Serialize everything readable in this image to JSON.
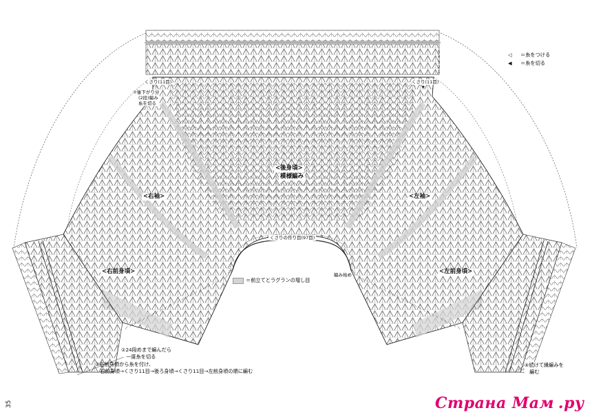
{
  "labels": {
    "back": "<後身頃>",
    "back_pattern": "模様編み",
    "right_sleeve": "<右袖>",
    "left_sleeve": "<左袖>",
    "right_front": "<右前身頃>",
    "left_front": "<左前身頃>",
    "chain_bottom": "くさりの作り目(97目)",
    "chain_left": "くさり(11目)",
    "chain_right": "くさり(11目)",
    "left_note_1": "②後下がり分",
    "left_note_2": "(2段)編み",
    "left_note_3": "糸を切る",
    "star_white": "☆",
    "star_black": "★",
    "start": "編み始め",
    "shade_note": "＝前立てとラグランの増し目"
  },
  "legend": [
    {
      "symbol": "◁",
      "text": "＝糸をつける"
    },
    {
      "symbol": "◀",
      "text": "＝糸を切る"
    }
  ],
  "bottom_notes": [
    "①24段めまで編んだら",
    "　一度糸を切る",
    "③右前身頃から糸を付け、",
    "　右前身頃→くさり11目→後ろ身頃→くさり11目→左前身頃の順に編む"
  ],
  "right_note": [
    "④続けて縁編みを",
    "　編む"
  ],
  "row_numbers": [
    "5",
    "4",
    "3",
    "2",
    "1"
  ],
  "page_number": "35",
  "watermark": "Страна Мам",
  "watermark_suffix": ".ру"
}
